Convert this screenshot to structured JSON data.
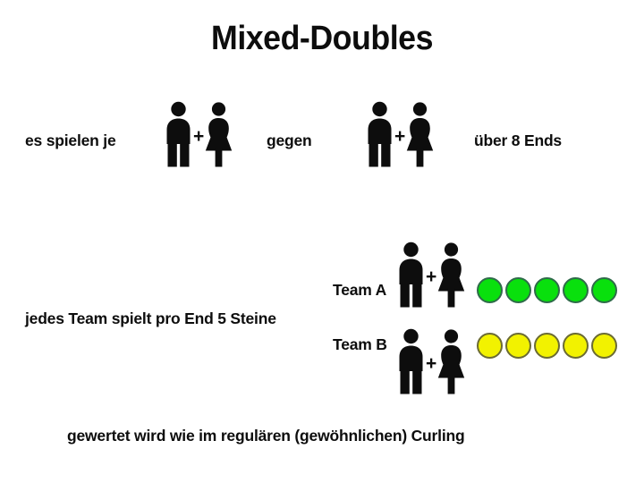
{
  "slide": {
    "title": "Mixed-Doubles",
    "background_color": "#ffffff",
    "text_color": "#0d0d0d"
  },
  "intro_row": {
    "label_left": "es spielen je",
    "label_middle": "gegen",
    "label_right": "über 8 Ends",
    "pair_icon": "man-plus-woman-pictogram",
    "plus_symbol": "+"
  },
  "rule_line": "jedes Team spielt pro End 5 Steine",
  "teams": [
    {
      "name": "Team A",
      "stone_color": "#09e00d",
      "stone_outline_color": "#2f6b4a",
      "stone_count": 5,
      "pair_icon": "man-plus-woman-pictogram"
    },
    {
      "name": "Team B",
      "stone_color": "#f2f200",
      "stone_outline_color": "#6b6b33",
      "stone_count": 5,
      "pair_icon": "man-plus-woman-pictogram"
    }
  ],
  "footer_line": "gewertet wird wie im regulären (gewöhnlichen) Curling"
}
